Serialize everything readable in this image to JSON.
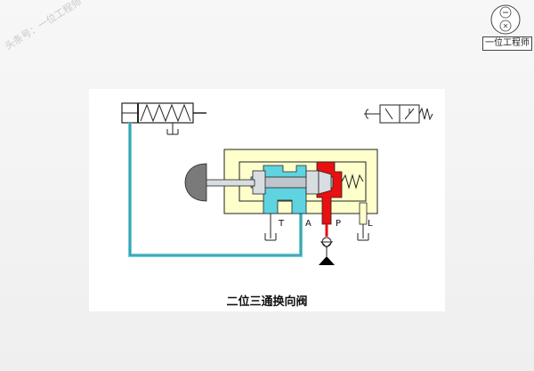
{
  "watermark": {
    "text": "头条号：一位工程师"
  },
  "logo": {
    "text": "一位工程师"
  },
  "caption": "二位三通换向阀",
  "ports": {
    "t": "T",
    "a": "A",
    "p": "P",
    "l": "L"
  },
  "colors": {
    "cyan_fluid": "#5fd3e0",
    "red_fluid": "#e81010",
    "body_fill": "#ffffcc",
    "outline": "#222222"
  }
}
